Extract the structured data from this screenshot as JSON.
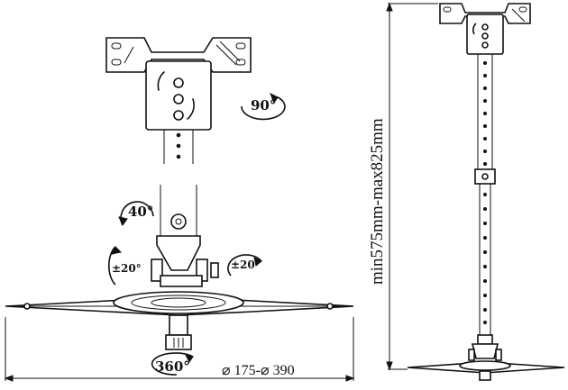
{
  "labels": {
    "rotate_90": "90°",
    "tilt_40": "40°",
    "swivel_left": "±20°",
    "swivel_right": "±20°",
    "rotate_360": "360°",
    "diameter_range": "⌀ 175-⌀ 390",
    "length_range": "min575mm-max825mm"
  },
  "colors": {
    "line": "#111111",
    "background": "#ffffff"
  }
}
